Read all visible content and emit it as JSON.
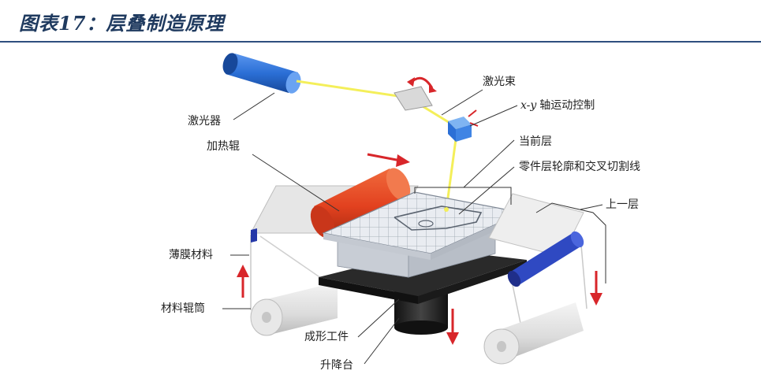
{
  "figure": {
    "title": "图表17：层叠制造原理"
  },
  "labels": {
    "laser": "激光器",
    "laser_beam": "激光束",
    "xy_control_var": "x-y",
    "xy_control_text": "轴运动控制",
    "heated_roller": "加热辊",
    "current_layer": "当前层",
    "contour_lines": "零件层轮廓和交叉切割线",
    "previous_layer": "上一层",
    "film_material": "薄膜材料",
    "material_roll": "材料辊筒",
    "formed_part": "成形工件",
    "lift_platform": "升降台"
  },
  "colors": {
    "laser_body": "#2b6fd6",
    "beam": "#f4ef5a",
    "heated_roller": "#e2411f",
    "arrows": "#d8262a",
    "roller_end": "#2538a8",
    "platform": "#2a2a2a",
    "title": "#1f3a5f"
  }
}
